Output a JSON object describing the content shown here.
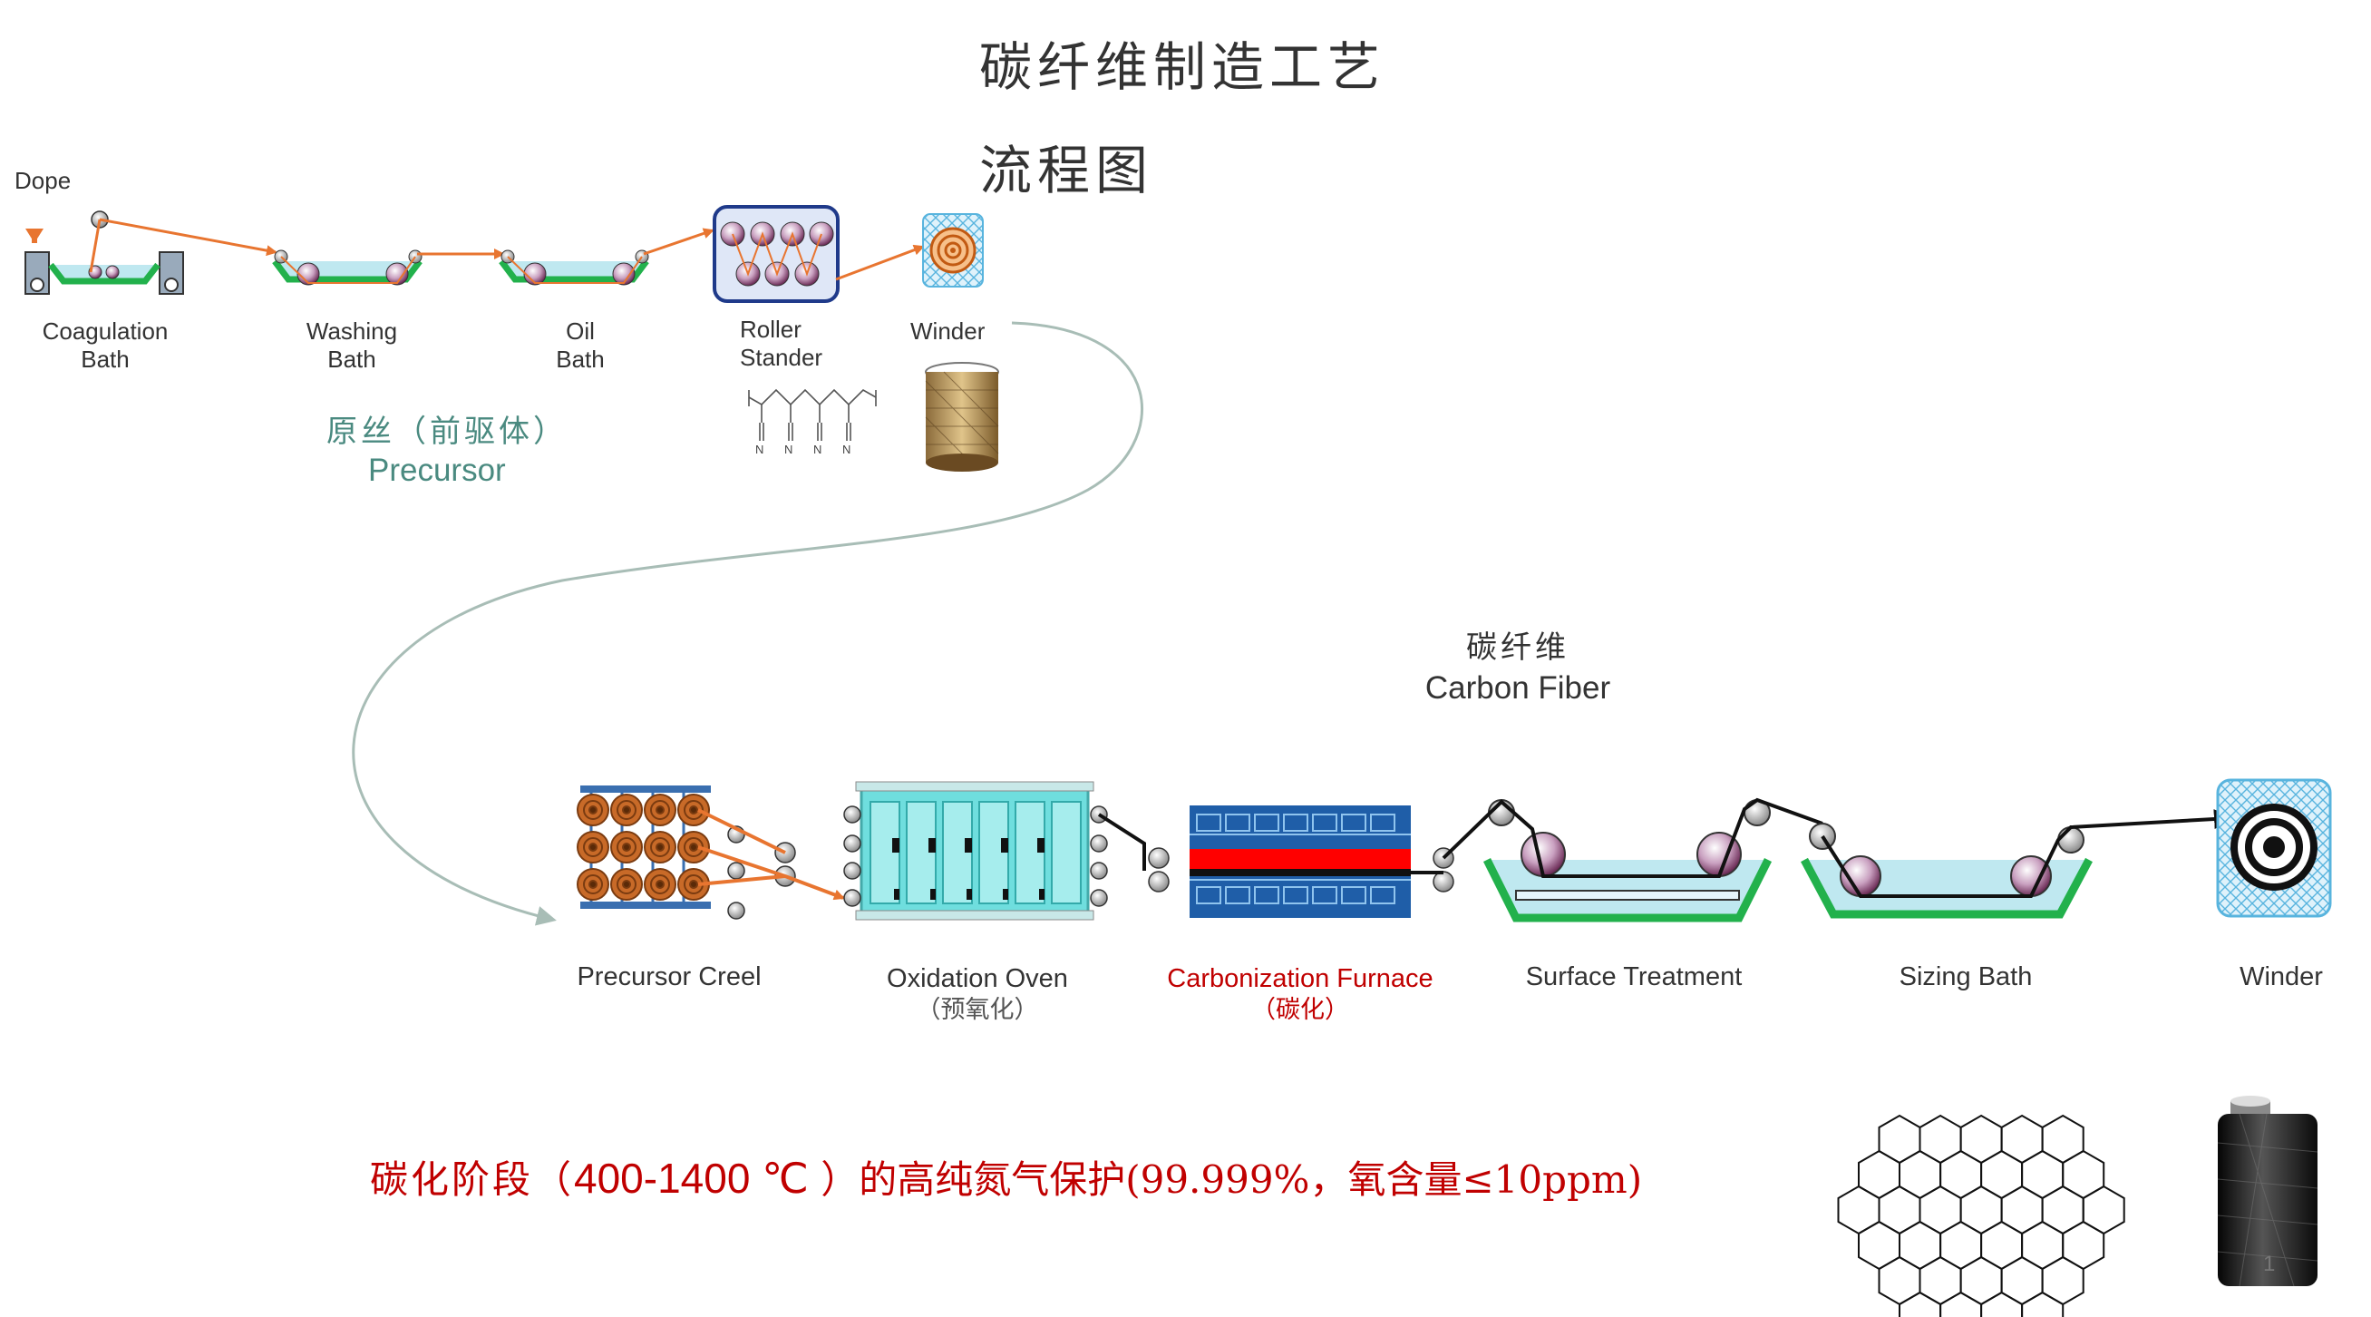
{
  "title": {
    "line1": "碳纤维制造工艺",
    "line2": "流程图"
  },
  "precursor_line": {
    "dope_label": "Dope",
    "stages": [
      {
        "id": "coag",
        "line1": "Coagulation",
        "line2": "Bath"
      },
      {
        "id": "wash",
        "line1": "Washing",
        "line2": "Bath"
      },
      {
        "id": "oil",
        "line1": "Oil",
        "line2": "Bath"
      },
      {
        "id": "roller",
        "line1": "Roller",
        "line2": "Stander"
      },
      {
        "id": "winder",
        "line1": "Winder",
        "line2": ""
      }
    ],
    "section_cn": "原丝（前驱体）",
    "section_en": "Precursor"
  },
  "carbon_line": {
    "section_cn": "碳纤维",
    "section_en": "Carbon Fiber",
    "stages": [
      {
        "id": "creel",
        "label": "Precursor Creel",
        "sub": ""
      },
      {
        "id": "oven",
        "label": "Oxidation Oven",
        "sub": "（预氧化）"
      },
      {
        "id": "furnace",
        "label": "Carbonization Furnace",
        "sub": "（碳化）"
      },
      {
        "id": "surface",
        "label": "Surface Treatment",
        "sub": ""
      },
      {
        "id": "sizing",
        "label": "Sizing Bath",
        "sub": ""
      },
      {
        "id": "winder2",
        "label": "Winder",
        "sub": ""
      }
    ]
  },
  "molecule_label": "N",
  "footnote": {
    "pre": "碳化阶段（",
    "temp": "400-1400 ℃",
    "post": " ）的高纯氮气保护(99.999%，氧含量≤10ppm)"
  },
  "page_number": "1",
  "colors": {
    "title": "#333333",
    "teal_label": "#4a8a80",
    "arrow": "#e87530",
    "bath": "#22b14c",
    "furnace_red": "#ff0000",
    "furnace_label": "#c00000",
    "oven": "#66d8d8",
    "flow_curve": "#a8bdb6"
  }
}
